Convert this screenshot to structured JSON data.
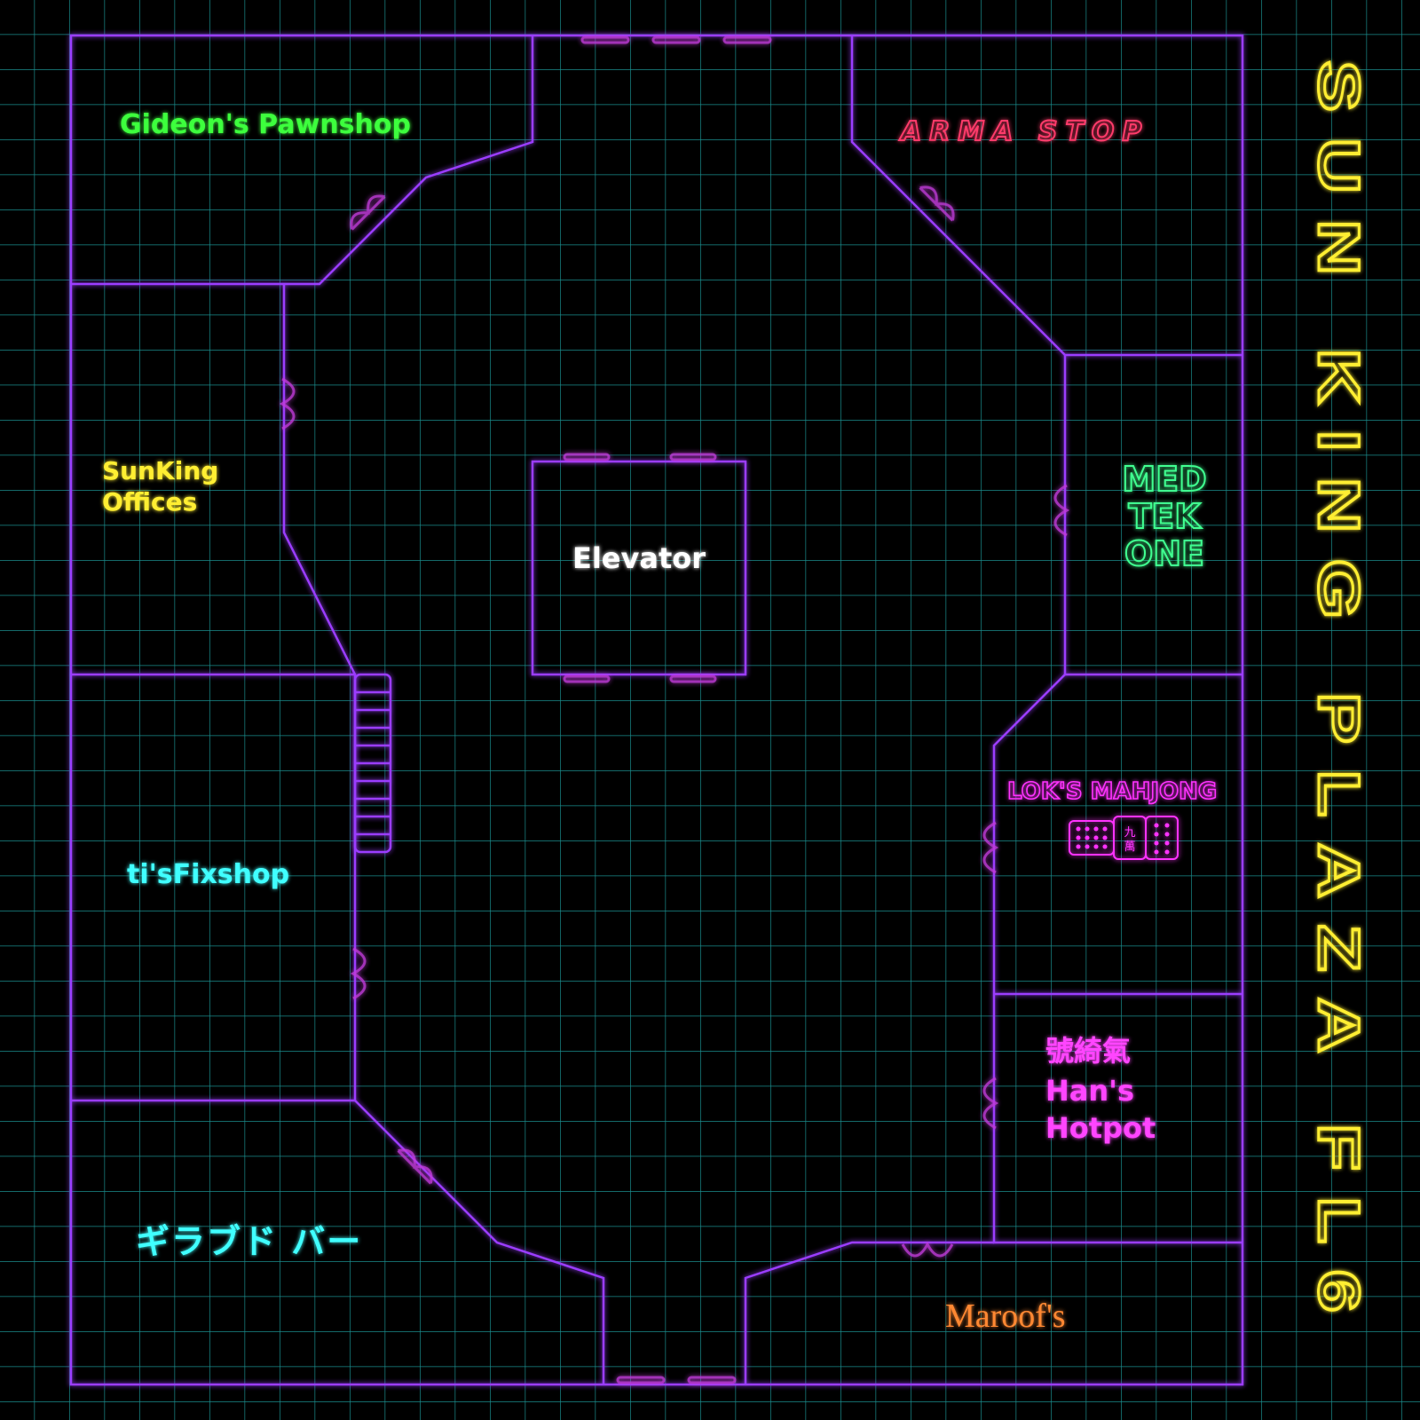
{
  "title": "SUN KING PLAZA FL6",
  "colors": {
    "background": "#000000",
    "grid": "#1a8c8c",
    "walls": "#9b3cff",
    "doors": "#c03ad8"
  },
  "rooms": {
    "gideons": {
      "label": "Gideon's Pawnshop",
      "color": "#3dff3d"
    },
    "arma": {
      "label": "ARMA STOP",
      "color": "#ff3a6a"
    },
    "sunking_line1": {
      "label": "SunKing",
      "color": "#ffee33"
    },
    "sunking_line2": {
      "label": "Offices",
      "color": "#ffee33"
    },
    "elevator": {
      "label": "Elevator",
      "color": "#ffffff"
    },
    "medtek_line1": {
      "label": "MED",
      "color": "#40ff90"
    },
    "medtek_line2": {
      "label": "TEK",
      "color": "#40ff90"
    },
    "medtek_line3": {
      "label": "ONE",
      "color": "#40ff90"
    },
    "fixshop": {
      "label": "ti'sFixshop",
      "color": "#40ffff"
    },
    "loks": {
      "label": "LOK'S MAHJONG",
      "color": "#ff33ff"
    },
    "mahjong_tile_glyph": "九\n萬",
    "hans_cn": {
      "label": "號綺氣",
      "color": "#ff44ff"
    },
    "hans_line1": {
      "label": "Han's",
      "color": "#ff44ff"
    },
    "hans_line2": {
      "label": "Hotpot",
      "color": "#ff44ff"
    },
    "bar": {
      "label": "ギラブド バー",
      "color": "#40ffff"
    },
    "maroofs": {
      "label": "Maroof's",
      "color": "#ff8833"
    }
  },
  "icons": [
    "door-icon",
    "stairs-icon",
    "mahjong-tile-icon"
  ]
}
